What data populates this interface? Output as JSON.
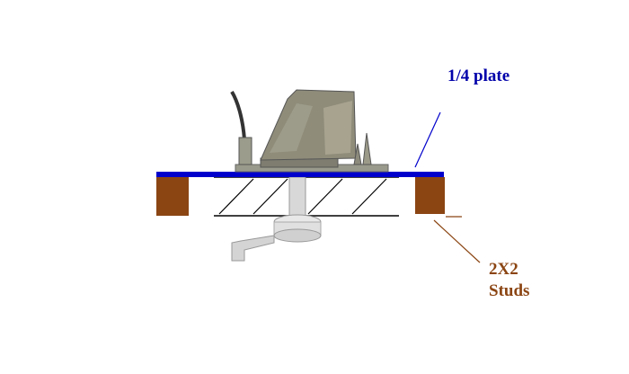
{
  "labels": {
    "plate": "1/4 plate",
    "studs_line1": "2X2",
    "studs_line2": "Studs"
  },
  "colors": {
    "plate": "#0000cc",
    "plate_label": "#0000aa",
    "stud": "#8b4513",
    "stud_label": "#8b4513",
    "hatch": "#000000"
  }
}
